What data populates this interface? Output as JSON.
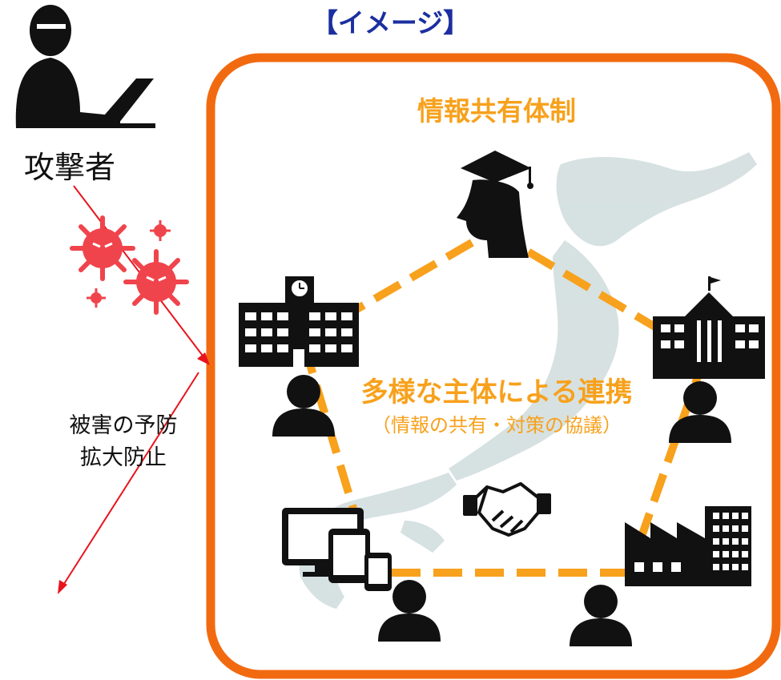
{
  "header": {
    "title": "【イメージ】"
  },
  "attacker": {
    "label": "攻撃者"
  },
  "damage": {
    "line1": "被害の予防",
    "line2": "拡大防止"
  },
  "system": {
    "title": "情報共有体制",
    "main_label": "多様な主体による連携",
    "sub_label": "（情報の共有・対策の協議）"
  },
  "nodes": [
    {
      "icon": "graduate-icon"
    },
    {
      "icon": "school-icon"
    },
    {
      "icon": "government-building-icon"
    },
    {
      "icon": "devices-icon"
    },
    {
      "icon": "factory-icon"
    },
    {
      "icon": "handshake-icon"
    }
  ],
  "colors": {
    "accent": "#f26a10",
    "dash": "#f7a11c",
    "title_blue": "#1b2fa0",
    "arrow": "#e8141c",
    "virus": "#f0444c",
    "map": "#c8d6d6"
  }
}
